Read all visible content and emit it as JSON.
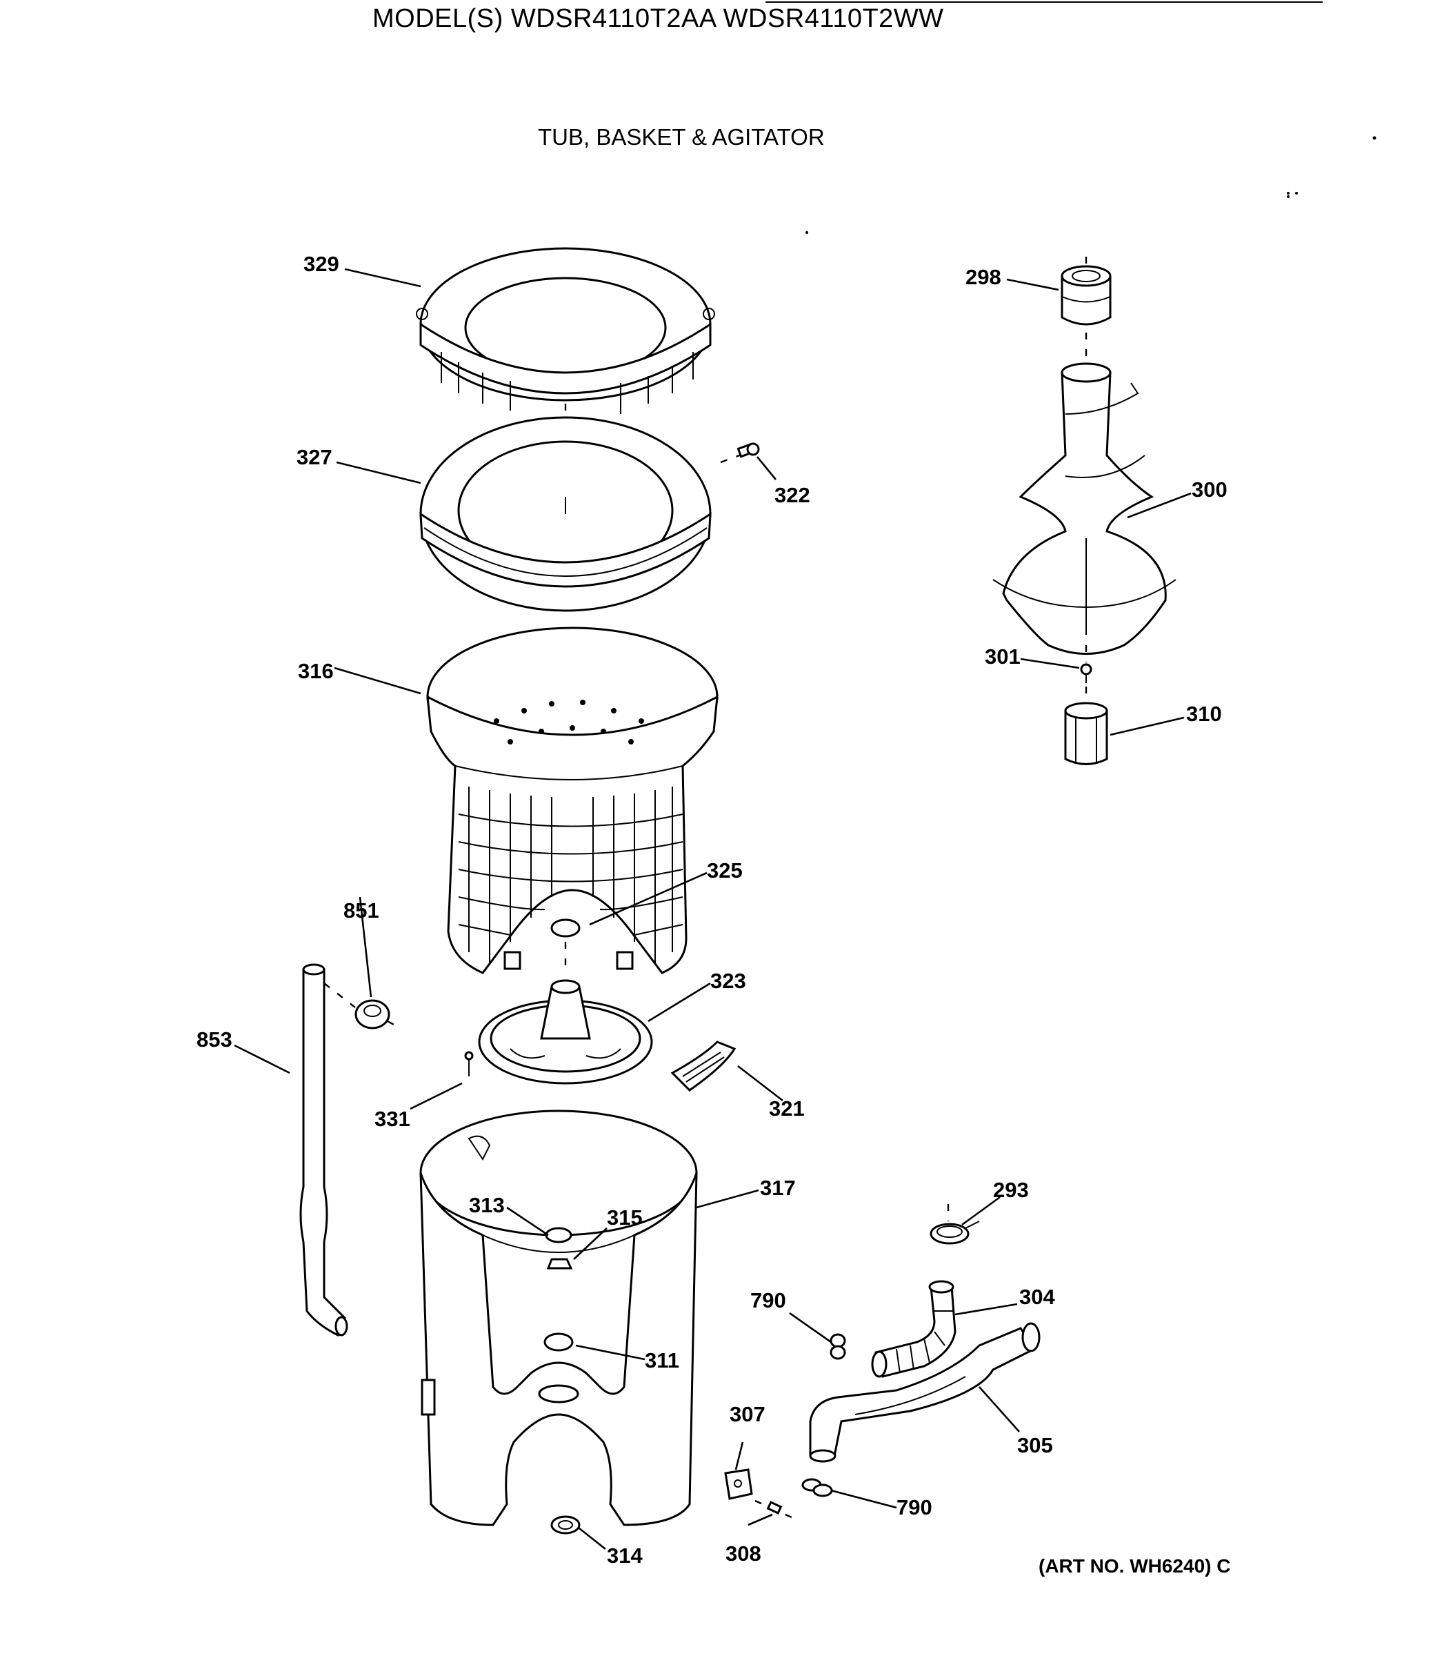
{
  "header": {
    "models_title": "MODEL(S) WDSR4110T2AA  WDSR4110T2WW",
    "section_title": "TUB, BASKET & AGITATOR"
  },
  "footer": {
    "art_no": "(ART NO. WH6240) C"
  },
  "callouts": {
    "p293": "293",
    "p298": "298",
    "p300": "300",
    "p301": "301",
    "p304": "304",
    "p305": "305",
    "p307": "307",
    "p308": "308",
    "p310": "310",
    "p311": "311",
    "p313": "313",
    "p314": "314",
    "p315": "315",
    "p316": "316",
    "p317": "317",
    "p321": "321",
    "p322": "322",
    "p323": "323",
    "p325": "325",
    "p327": "327",
    "p329": "329",
    "p331": "331",
    "p790a": "790",
    "p790b": "790",
    "p851": "851",
    "p853": "853"
  }
}
